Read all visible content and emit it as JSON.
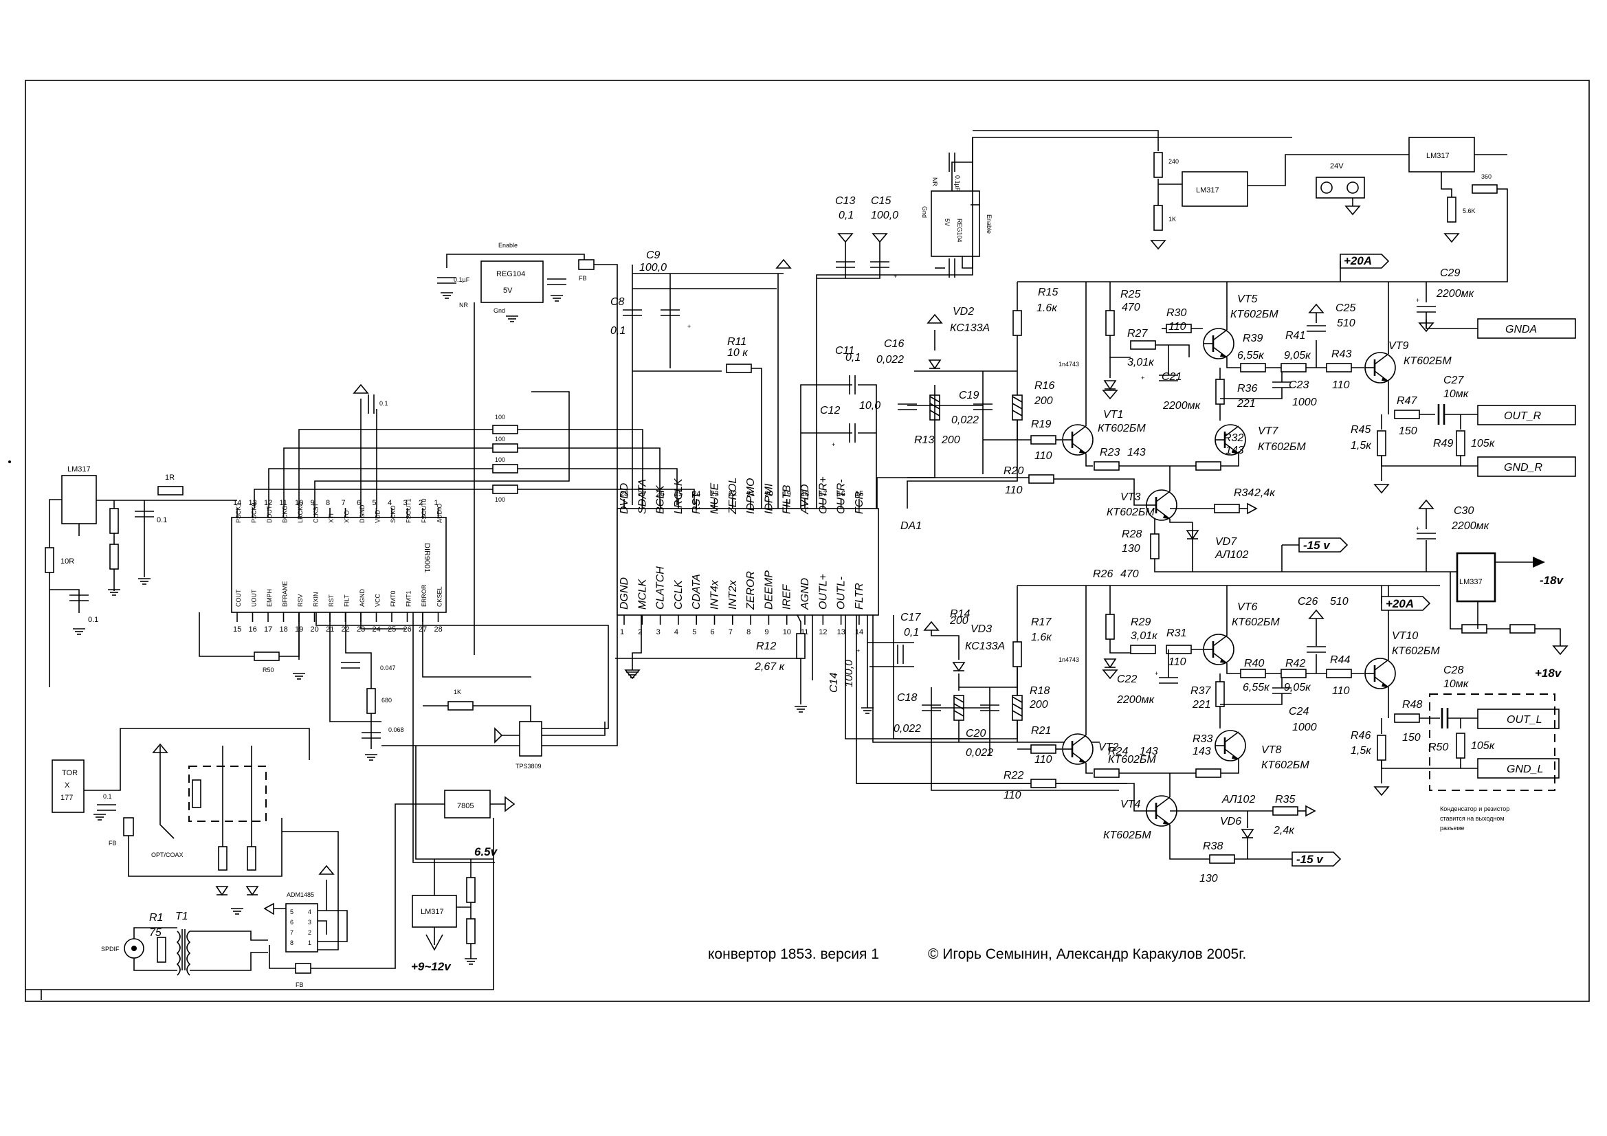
{
  "schematic": {
    "caption": "конвертор 1853. версия 1",
    "copyright": "© Игорь Семынин, Александр Каракулов   2005г.",
    "note_lines": [
      "Конденсатор и   резистор",
      "ставится на выходном",
      "разъеме"
    ]
  },
  "labels": {
    "da1": "DA1",
    "dir9001": "DIR9001",
    "dir_left_u": "LM317",
    "r_10R": "10R",
    "r_1R": "1R",
    "c_01a": "0.1",
    "c_01b": "0.1",
    "c_01c": "0.1",
    "reg104_a": "REG104",
    "reg_5v_a": "5V",
    "enable_a": "Enable",
    "nr_a": "NR",
    "gnd_a": "Gnd",
    "c01uF_a": "0.1µF",
    "fb_a": "FB",
    "reg104_b": "REG104",
    "reg_5v_b": "5V",
    "enable_b": "Enable",
    "nr_b": "NR",
    "gnd_b": "Gnd",
    "c01uF_b": "0.1µF",
    "r100a": "100",
    "r100b": "100",
    "r100c": "100",
    "r100d": "100",
    "r50": "R50",
    "c0047": "0.047",
    "r680": "680",
    "c0068": "0.068",
    "r1k": "1K",
    "tps3809": "TPS3809",
    "u7805": "7805",
    "v65": "6.5v",
    "lm317_b": "LM317",
    "v912": "+9~12v",
    "tor1": "TOR",
    "tor2": "X",
    "tor3": "177",
    "c01_tor": "0.1",
    "fb_tor": "FB",
    "optcoax": "OPT/COAX",
    "adm1485": "ADM1485",
    "r1": "R1",
    "r1v": "75",
    "t1": "T1",
    "spdif": "SPDIF",
    "fb_adm": "FB",
    "c8": "C8",
    "c8v": "0,1",
    "c9": "C9",
    "c9v": "100,0",
    "r11": "R11",
    "r11v": "10 к",
    "r12": "R12",
    "r12v": "2,67 к",
    "c13": "C13",
    "c13v": "0,1",
    "c15": "C15",
    "c15v": "100,0",
    "c11": "C11",
    "c11v": "0,1",
    "c12": "C12",
    "c12v": "10,0",
    "c14": "C14",
    "c14v": "100,0",
    "c17": "C17",
    "c17v": "0,1",
    "c16": "C16",
    "c16v": "0,022",
    "c19": "C19",
    "c19v": "0,022",
    "c18": "C18",
    "c18v": "0,022",
    "c20": "C20",
    "c20v": "0,022",
    "vd2": "VD2",
    "vd2v": "КС133А",
    "vd3": "VD3",
    "vd3v": "КС133А",
    "r13": "R13",
    "r13v": "200",
    "r14": "R14",
    "r14v": "200",
    "r15": "R15",
    "r15v": "1.6к",
    "r16": "R16",
    "r16v": "200",
    "r17": "R17",
    "r17v": "1.6к",
    "r18": "R18",
    "r18v": "200",
    "r19": "R19",
    "r19v": "110",
    "r20": "R20",
    "r20v": "110",
    "r21": "R21",
    "r21v": "110",
    "r22": "R22",
    "r22v": "110",
    "r23": "R23",
    "r23v": "143",
    "r24": "R24",
    "r24v": "143",
    "vt1": "VT1",
    "vt1v": "КТ602БМ",
    "vt2": "VT2",
    "vt2v": "КТ602БМ",
    "vt3": "VT3",
    "vt3v": "КТ602БМ",
    "vt4": "VT4",
    "vt4v": "КТ602БМ",
    "vt5": "VT5",
    "vt5v": "КТ602БМ",
    "vt6": "VT6",
    "vt6v": "КТ602БМ",
    "vt7": "VT7",
    "vt7v": "КТ602БМ",
    "vt8": "VT8",
    "vt8v": "КТ602БМ",
    "vt9": "VT9",
    "vt9v": "КТ602БМ",
    "vt10": "VT10",
    "vt10v": "КТ602БМ",
    "r25": "R25",
    "r25v": "470",
    "r26": "R26",
    "r26v": "470",
    "r27": "R27",
    "r27v": "3,01к",
    "r29": "R29",
    "r29v": "3,01к",
    "z1": "1n4743",
    "z2": "1n4743",
    "r28": "R28",
    "r28v": "130",
    "r38": "R38",
    "r38v": "130",
    "r30": "R30",
    "r30v": "110",
    "r31": "R31",
    "r31v": "110",
    "r32": "R32",
    "r32v": "143",
    "r33": "R33",
    "r33v": "143",
    "r34": "R34",
    "r34v": "2,4к",
    "r35": "R35",
    "r35v": "2,4к",
    "vd7": "VD7",
    "vd7v": "АЛ102",
    "vd6": "VD6",
    "vd6v": "АЛ102",
    "r36": "R36",
    "r36v": "221",
    "r37": "R37",
    "r37v": "221",
    "c21": "C21",
    "c21v": "2200мк",
    "c22": "C22",
    "c22v": "2200мк",
    "c23": "C23",
    "c23v": "1000",
    "c24": "C24",
    "c24v": "1000",
    "c25": "C25",
    "c25v": "510",
    "c26": "C26",
    "c26v": "510",
    "r39": "R39",
    "r39v": "6,55к",
    "r40": "R40",
    "r40v": "6,55к",
    "r41": "R41",
    "r41v": "9,05к",
    "r42": "R42",
    "r42v": "9,05к",
    "r43": "R43",
    "r43v": "110",
    "r44": "R44",
    "r44v": "110",
    "r45": "R45",
    "r45v": "1,5к",
    "r46": "R46",
    "r46v": "1,5к",
    "r47": "R47",
    "r47v": "150",
    "r48": "R48",
    "r48v": "150",
    "r49": "R49",
    "r49v": "105к",
    "r50v": "105к",
    "c27": "C27",
    "c27v": "10мк",
    "c28": "C28",
    "c28v": "10мк",
    "c29": "C29",
    "c29v": "2200мк",
    "c30": "C30",
    "c30v": "2200мк",
    "p20a_1": "+20A",
    "p20a_2": "+20A",
    "m15_1": "-15 v",
    "m15_2": "-15 v",
    "m18": "-18v",
    "p18": "+18v",
    "lm337": "LM337",
    "gnda": "GNDA",
    "outr": "OUT_R",
    "gndr": "GND_R",
    "outl": "OUT_L",
    "gndl": "GND_L",
    "top_lm317a": "LM317",
    "top_lm317b": "LM317",
    "r240": "240",
    "r1k_top": "1K",
    "v24": "24V",
    "r360": "360",
    "r56k": "5.6K"
  },
  "da1_top_pins": [
    {
      "num": "28",
      "name": "DVDD"
    },
    {
      "num": "27",
      "name": "SDATA"
    },
    {
      "num": "26",
      "name": "BCLK"
    },
    {
      "num": "25",
      "name": "LRCLK"
    },
    {
      "num": "24",
      "name": "RST"
    },
    {
      "num": "23",
      "name": "MUTE"
    },
    {
      "num": "22",
      "name": "ZEROL"
    },
    {
      "num": "21",
      "name": "IDPMO"
    },
    {
      "num": "20",
      "name": "IDPMI"
    },
    {
      "num": "19",
      "name": "FILTB"
    },
    {
      "num": "18",
      "name": "AVDD"
    },
    {
      "num": "17",
      "name": "OUTR+"
    },
    {
      "num": "16",
      "name": "OUTR-"
    },
    {
      "num": "15",
      "name": "FCR"
    }
  ],
  "da1_bottom_pins": [
    {
      "num": "1",
      "name": "DGND"
    },
    {
      "num": "2",
      "name": "MCLK"
    },
    {
      "num": "3",
      "name": "CLATCH"
    },
    {
      "num": "4",
      "name": "CCLK"
    },
    {
      "num": "5",
      "name": "CDATA"
    },
    {
      "num": "6",
      "name": "INT4x"
    },
    {
      "num": "7",
      "name": "INT2x"
    },
    {
      "num": "8",
      "name": "ZEROR"
    },
    {
      "num": "9",
      "name": "DEEMP"
    },
    {
      "num": "10",
      "name": "IREF"
    },
    {
      "num": "11",
      "name": "AGND"
    },
    {
      "num": "12",
      "name": "OUTL+"
    },
    {
      "num": "13",
      "name": "OUTL-"
    },
    {
      "num": "14",
      "name": "FLTR"
    }
  ],
  "dir_top_pins": [
    {
      "num": "14",
      "name": "PSCK1"
    },
    {
      "num": "13",
      "name": "PSCK0"
    },
    {
      "num": "12",
      "name": "DOUT"
    },
    {
      "num": "11",
      "name": "BCKO"
    },
    {
      "num": "10",
      "name": "LRCKO"
    },
    {
      "num": "9",
      "name": "CLKST"
    },
    {
      "num": "8",
      "name": "XTI"
    },
    {
      "num": "7",
      "name": "XTO"
    },
    {
      "num": "6",
      "name": "DGND"
    },
    {
      "num": "5",
      "name": "VDD"
    },
    {
      "num": "4",
      "name": "SCKO"
    },
    {
      "num": "3",
      "name": "FSOUT1"
    },
    {
      "num": "2",
      "name": "FSOUT0"
    },
    {
      "num": "1",
      "name": "AUDIO"
    }
  ],
  "dir_bottom_pins": [
    {
      "num": "15",
      "name": "COUT"
    },
    {
      "num": "16",
      "name": "UOUT"
    },
    {
      "num": "17",
      "name": "EMPH"
    },
    {
      "num": "18",
      "name": "BFRAME"
    },
    {
      "num": "19",
      "name": "RSV"
    },
    {
      "num": "20",
      "name": "RXIN"
    },
    {
      "num": "21",
      "name": "RST"
    },
    {
      "num": "22",
      "name": "FILT"
    },
    {
      "num": "23",
      "name": "AGND"
    },
    {
      "num": "24",
      "name": "VCC"
    },
    {
      "num": "25",
      "name": "FMT0"
    },
    {
      "num": "26",
      "name": "FMT1"
    },
    {
      "num": "27",
      "name": "ERROR"
    },
    {
      "num": "28",
      "name": "CKSEL"
    }
  ]
}
